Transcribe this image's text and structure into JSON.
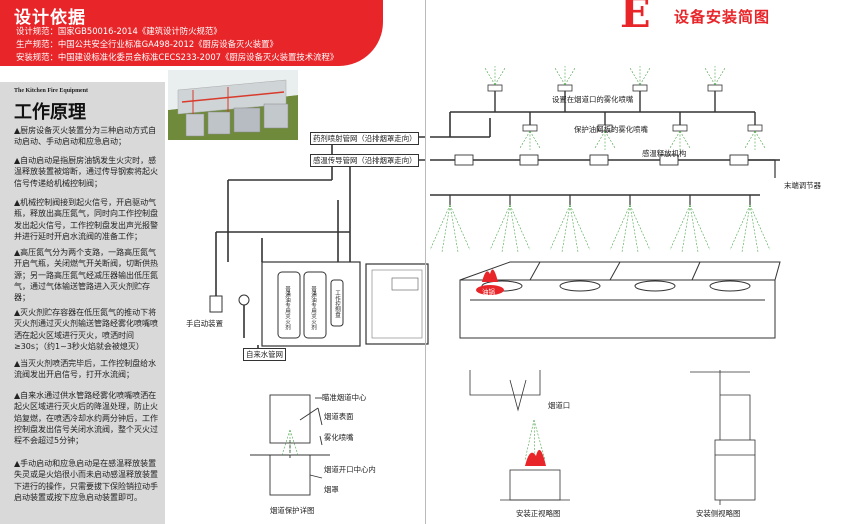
{
  "header": {
    "title": "设计依据",
    "lines": [
      "设计规范：国家GB50016-2014《建筑设计防火规范》",
      "生产规范：中国公共安全行业标准GA498-2012《厨房设备灭火装置》",
      "安装规范：中国建设标准化委员会标准CECS233-2007《厨房设备灭火装置技术流程》"
    ]
  },
  "principle": {
    "subtitle": "The Kitchen Fire Equipment",
    "title": "工作原理",
    "paragraphs": [
      "▲厨房设备灭火装置分为三种启动方式自动启动、手动启动和应急启动；",
      "▲自动启动是指厨房油锅发生火灾时，感温释放装置被熔断，通过传导钢索将起火信号传递给机械控制阀；",
      "▲机械控制阀接到起火信号，开启驱动气瓶，释放出高压氮气，同时向工作控制盘发出起火信号，工作控制盘发出声光报警并进行延时开启水流阀的准备工作；",
      "▲高压氮气分为两个支路，一路高压氮气开启气瓶，关闭燃气开关断阀，切断供热源；另一路高压氮气经减压器输出低压氮气，通过气体输送管路进入灭火剂贮存器；",
      "▲灭火剂贮存容器在低压氮气的推动下将灭火剂通过灭火剂输送管路经雾化喷嘴喷洒在起火区域进行灭火，喷洒时间≥30s；（约1~3秒火焰就会被熄灭）",
      "▲当灭火剂喷洒完毕后，工作控制盘给水流阀发出开启信号，打开水流阀；",
      "▲自来水通过供水管路经雾化喷嘴喷洒在起火区域进行灭火后的降温处理，防止火焰复燃，在喷洒冷却水约两分钟后，工作控制盘发出信号关闭水流阀，整个灭火过程不会超过5分钟；",
      "▲手动启动和应急启动是在感温释放装置失灵或是火焰很小而未启动感温释放装置下进行的操作，只需要拔下保险销拉动手启动装置或按下应急启动装置即可。"
    ]
  },
  "right_header": {
    "letter": "E",
    "title": "设备安装简图"
  },
  "diagram_labels": {
    "nozzle_top": "设置在烟道口的雾化喷嘴",
    "nozzle_filter": "保护油网板的雾化喷嘴",
    "agent_pipe": "药剂喷射管网（沿排烟罩走向）",
    "sensor_pipe": "感温传导管网（沿排烟罩走向）",
    "release": "感温释放机构",
    "end_adjuster": "末端调节器",
    "manual": "手启动装置",
    "water_pipe": "自来水管网",
    "cyl1": "普通油专用灭火剂",
    "cyl2": "普通油专用灭火剂",
    "panel_label": "工作控制盘",
    "oil_pot": "油锅"
  },
  "detail_labels": {
    "duct_center": "瞄准烟道中心",
    "duct_surface": "烟道表面",
    "nozzle": "雾化喷嘴",
    "duct_mouth_center": "烟道开口中心内",
    "hood": "烟罩",
    "caption1": "烟道保护详图",
    "duct_mouth": "烟道口",
    "caption2": "安装正视略图",
    "caption3": "安装侧视略图"
  }
}
